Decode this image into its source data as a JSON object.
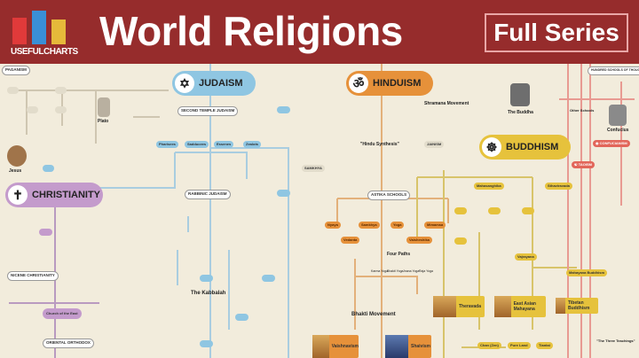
{
  "header": {
    "logo_text": "USEFULCHARTS",
    "title": "World Religions",
    "badge": "Full Series",
    "logo_colors": [
      "#e03a3a",
      "#3a8fd6",
      "#e6b93a"
    ]
  },
  "colors": {
    "header_bg": "#962c2c",
    "background": "#f2ecdc",
    "judaism": "#8fc6e2",
    "christianity": "#c49bcc",
    "hinduism": "#e6913a",
    "buddhism": "#e6c23c",
    "chinese": "#e2665a"
  },
  "main": {
    "judaism": {
      "label": "JUDAISM",
      "icon": "star-of-david-icon",
      "second_temple": "SECOND TEMPLE JUDAISM",
      "sects": [
        "Pharisees",
        "Sadducees",
        "Essenes",
        "Zealots"
      ],
      "rabbinic": "RABBINIC JUDAISM",
      "kabbalah": "The Kabbalah"
    },
    "christianity": {
      "label": "CHRISTIANITY",
      "icon": "cross-icon",
      "jesus": "Jesus",
      "nicene": "NICENE CHRISTIANITY",
      "church_east": "Church of the East",
      "oriental": "ORIENTAL ORTHODOX"
    },
    "paganism": {
      "label": "PAGANISM",
      "plato": "Plato"
    },
    "hinduism": {
      "label": "HINDUISM",
      "icon": "om-icon",
      "shramana": "Shramana Movement",
      "synthesis": "\"Hindu Synthesis\"",
      "jainism": "JAINISM",
      "samkhya": "SAMKHYA",
      "astika": "ASTIKA SCHOOLS",
      "schools": [
        "Nyaya",
        "Samkhya",
        "Yoga",
        "Mimamsa"
      ],
      "schools2": [
        "Vedanta",
        "Vaisheshika"
      ],
      "four_paths": "Four Paths",
      "paths": [
        "Karma Yoga",
        "Bhakti Yoga",
        "Jnana Yoga",
        "Raja Yoga"
      ],
      "bhakti": "Bhakti Movement",
      "vaishnavism": "Vaishnavism",
      "shaivism": "Shaivism"
    },
    "buddhism": {
      "label": "BUDDHISM",
      "icon": "dharma-wheel-icon",
      "buddha": "The Buddha",
      "branches": [
        "Mahasanghika",
        "Sthaviravada"
      ],
      "theravada": "Theravada",
      "east_asian": "East Asian Mahayana",
      "tibetan": "Tibetan Buddhism",
      "vajrayana": "Vajrayana",
      "mahayana": "Mahayana Buddhism",
      "schools": [
        "Chan (Zen)",
        "Pure Land",
        "Tiantai"
      ]
    },
    "chinese": {
      "hundred": "HUNDRED SCHOOLS OF THOUGHT",
      "confucius": "Confucius",
      "confucianism": "CONFUCIANISM",
      "taoism": "TAOISM",
      "other": "Other Schools",
      "three": "\"The Three Teachings\""
    }
  }
}
